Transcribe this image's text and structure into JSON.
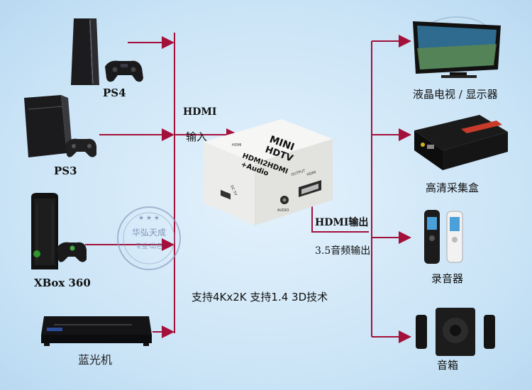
{
  "inputs": [
    {
      "name": "PS4"
    },
    {
      "name": "PS3"
    },
    {
      "name": "XBox 360"
    },
    {
      "name": "蓝光机"
    }
  ],
  "outputs": [
    {
      "name": "液晶电视 / 显示器"
    },
    {
      "name": "高清采集盒"
    },
    {
      "name": "录音器"
    },
    {
      "name": "音箱"
    }
  ],
  "input_label": {
    "line1": "HDMI",
    "line2": "输入"
  },
  "output_label": {
    "line1": "HDMI输出",
    "line2": "3.5音频输出"
  },
  "features": "支持4Kx2K   支持1.4 3D技术",
  "device": {
    "brand": "MINI",
    "logo": "HDTV",
    "model": "HDMI2HDMI",
    "audio": "+Audio",
    "port_hdmi_in": "HDMI",
    "port_output": "OUTPUT",
    "port_audio": "AUDIO",
    "port_hdmi_out": "HDMI",
    "port_dc": "DC 5V"
  },
  "watermark": {
    "line1": "华弘天成",
    "line2": "专业·出色"
  },
  "colors": {
    "wire": "#a3103a",
    "background": "#cfe6f7"
  }
}
